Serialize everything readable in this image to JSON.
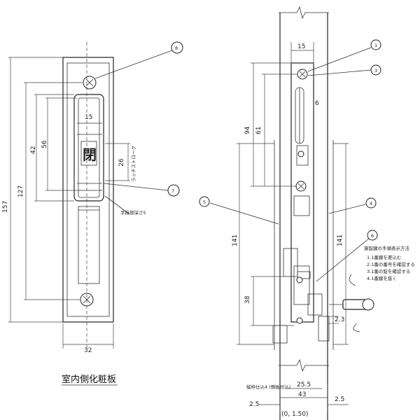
{
  "caption": "室内側化粧板",
  "left_view": {
    "dims": {
      "overall_height": "157",
      "inner_height": "127",
      "slot_a": "42",
      "slot_b": "56",
      "top_gap": "15",
      "stroke": "26",
      "width": "32"
    },
    "labels": {
      "stroke_note": "ラッチストローク",
      "gap_note": "手掛部深さ5"
    },
    "callouts": [
      "8",
      "7"
    ]
  },
  "right_view": {
    "dims": {
      "top_width": "15",
      "d6": "6",
      "h94": "94",
      "h61": "61",
      "h141a": "141",
      "h141b": "141",
      "d38": "38",
      "d23": "2.3",
      "d255": "25.5",
      "d43": "43",
      "d25l": "2.5",
      "d25r": "2.5",
      "tol": "(0, 1.50)",
      "note_left": "縦枠仕込4 (側板付込)"
    },
    "callouts": [
      "1",
      "3",
      "5",
      "4",
      "6"
    ],
    "notes": {
      "title": "施錠鍵の手順表示方法",
      "lines": [
        "1.1番鍵を差込む",
        "2.1番の番号を確認する",
        "3.1番の錠を確認する",
        "4.1番鍵を抜く"
      ]
    }
  }
}
